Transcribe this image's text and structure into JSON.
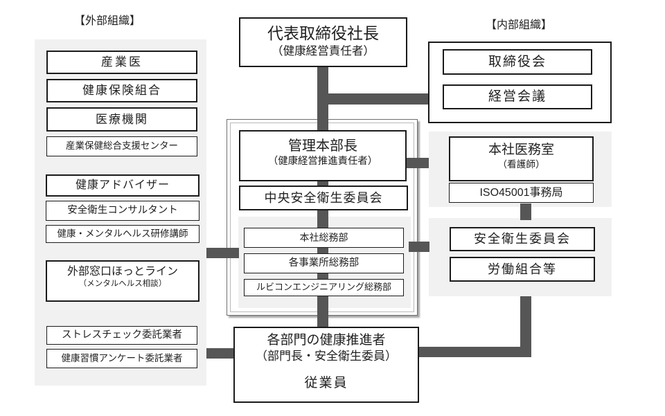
{
  "palette": {
    "connector": "#565656",
    "panel_bg": "#f1f1f1",
    "box_border": "#1a1a1a",
    "box_bg": "#ffffff"
  },
  "headers": {
    "external": "【外部組織】",
    "internal": "【内部組織】"
  },
  "president": {
    "title": "代表取締役社長",
    "subtitle": "（健康経営責任者）"
  },
  "external": {
    "items": [
      {
        "label": "産業医"
      },
      {
        "label": "健康保険組合"
      },
      {
        "label": "医療機関"
      },
      {
        "label": "産業保健総合支援センター"
      },
      {
        "label": "健康アドバイザー"
      },
      {
        "label": "安全衛生コンサルタント"
      },
      {
        "label": "健康・メンタルヘルス研修講師"
      },
      {
        "label": "外部窓口ほっとライン",
        "sublabel": "（メンタルヘルス相談）"
      },
      {
        "label": "ストレスチェック委託業者"
      },
      {
        "label": "健康習慣アンケート委託業者"
      }
    ]
  },
  "management": {
    "title": "管理本部長",
    "subtitle": "（健康経営推進責任者）",
    "committee": "中央安全衛生委員会",
    "departments": [
      "本社総務部",
      "各事業所総務部",
      "ルビコンエンジニアリング総務部"
    ]
  },
  "internal": {
    "board": [
      "取締役会",
      "経営会議"
    ],
    "medical": {
      "title": "本社医務室",
      "subtitle": "（看護師）",
      "iso": "ISO45001事務局"
    },
    "safety": [
      "安全衛生委員会",
      "労働組合等"
    ]
  },
  "promoters": {
    "title": "各部門の健康推進者",
    "subtitle": "（部門長・安全衛生委員）",
    "employees": "従業員"
  }
}
